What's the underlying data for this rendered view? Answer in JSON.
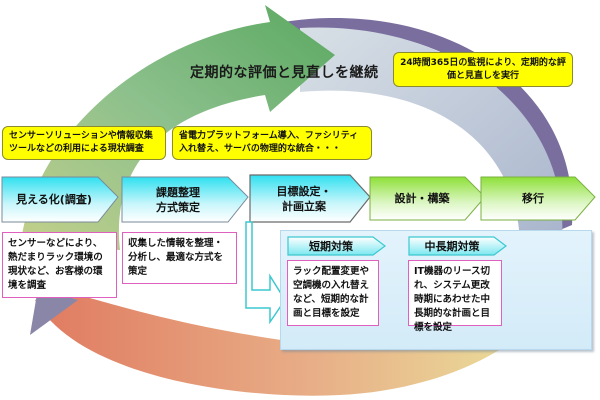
{
  "colors": {
    "cycle_arrow_green": "#8cc08c",
    "cycle_ring_grey": "#b8c4d4",
    "cycle_outline_purple": "#7a6e9e",
    "cycle_bottom_orange": "#e08a6a",
    "cycle_bottom_yellow": "#e8e09a",
    "callout_yellow": "#ffff00",
    "step_cyan": "#3fe0ee",
    "step_green": "#9be04a",
    "desc_border_pink": "#e060c0"
  },
  "cycle": {
    "title": "定期的な評価と見直しを継続",
    "callout": "24時間365日の監視により、定期的な評価と見直しを実行"
  },
  "callouts": [
    {
      "text": "センサーソリューションや情報収集ツールなどの利用による現状調査"
    },
    {
      "text": "省電力プラットフォーム導入、ファシリティ入れ替え、サーバの物理的な統合・・・"
    }
  ],
  "steps": [
    {
      "label": "見える化(調査)"
    },
    {
      "label": "課題整理\n方式策定"
    },
    {
      "label": "目標設定・\n計画立案"
    },
    {
      "label": "設計・構築"
    },
    {
      "label": "移行"
    }
  ],
  "descriptions": [
    {
      "text": "センサーなどにより、熱だまりラック環境の現状など、お客様の環境を調査"
    },
    {
      "text": "収集した情報を整理・分析し、最適な方式を策定"
    }
  ],
  "measures": {
    "short_term": {
      "label": "短期対策",
      "text": "ラック配置変更や空調機の入れ替えなど、短期的な計画と目標を設定"
    },
    "long_term": {
      "label": "中長期対策",
      "text": "IT機器のリース切れ、システム更改時期にあわせた中長期的な計画と目標を設定"
    }
  }
}
